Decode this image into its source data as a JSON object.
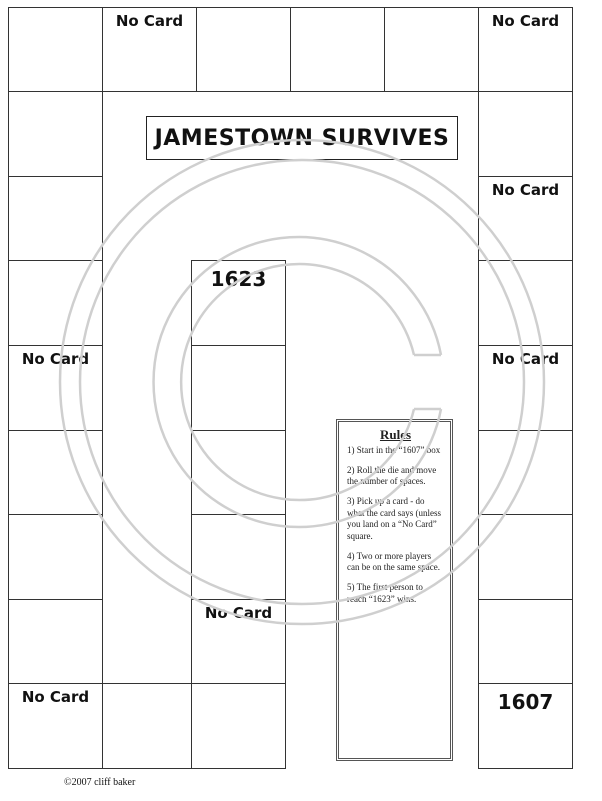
{
  "board": {
    "title": "JAMESTOWN SURVIVES",
    "squares": {
      "top_2": "No Card",
      "top_6": "No Card",
      "right_3": "No Card",
      "left_5": "No Card",
      "right_5": "No Card",
      "center_1": "1623",
      "center_5": "No Card",
      "bottom_left": "No Card",
      "bottom_right": "1607"
    }
  },
  "rules": {
    "title": "Rules",
    "items": [
      "1) Start in the “1607” box",
      "2) Roll the die and move the number of spaces.",
      "3) Pick up a card - do what the card says (unless you land on a “No Card” square.",
      "4) Two or more players can be on the same space.",
      "5) The first person to reach “1623” wins."
    ]
  },
  "footer": {
    "copyright": "©2007 cliff baker"
  },
  "watermark": {
    "symbol": "copyright-symbol",
    "color": "#cfcfcf"
  }
}
